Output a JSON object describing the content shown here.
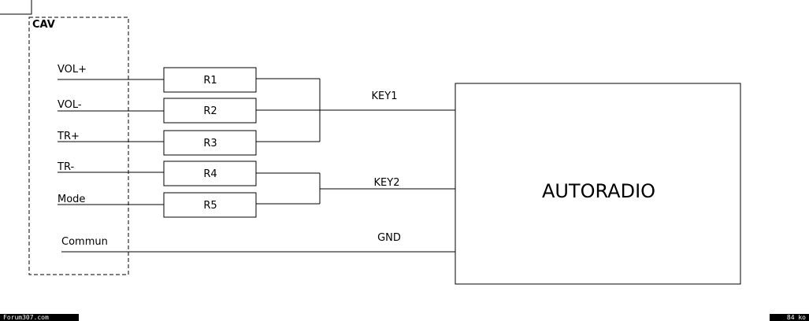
{
  "cav": {
    "label": "CAV"
  },
  "inputs": [
    {
      "label": "VOL+",
      "resistor": "R1"
    },
    {
      "label": "VOL-",
      "resistor": "R2"
    },
    {
      "label": "TR+",
      "resistor": "R3"
    },
    {
      "label": "TR-",
      "resistor": "R4"
    },
    {
      "label": "Mode",
      "resistor": "R5"
    },
    {
      "label": "Commun",
      "resistor": ""
    }
  ],
  "signals": {
    "key1": "KEY1",
    "key2": "KEY2",
    "gnd": "GND"
  },
  "autoradio": {
    "label": "AUTORADIO"
  },
  "footer": {
    "left": "Forum307.com",
    "right": "84 ko"
  }
}
